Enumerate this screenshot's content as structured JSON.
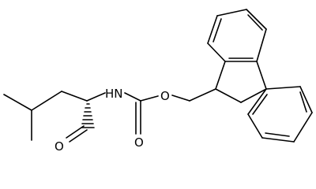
{
  "molecule": {
    "atoms": {
      "amine_nitrogen": "HN",
      "ester_oxygen": "O",
      "carbonyl_oxygen": "O",
      "aldehyde_oxygen": "O"
    }
  },
  "colors": {
    "bond": "#000000",
    "label": "#000000",
    "background": "#ffffff"
  }
}
